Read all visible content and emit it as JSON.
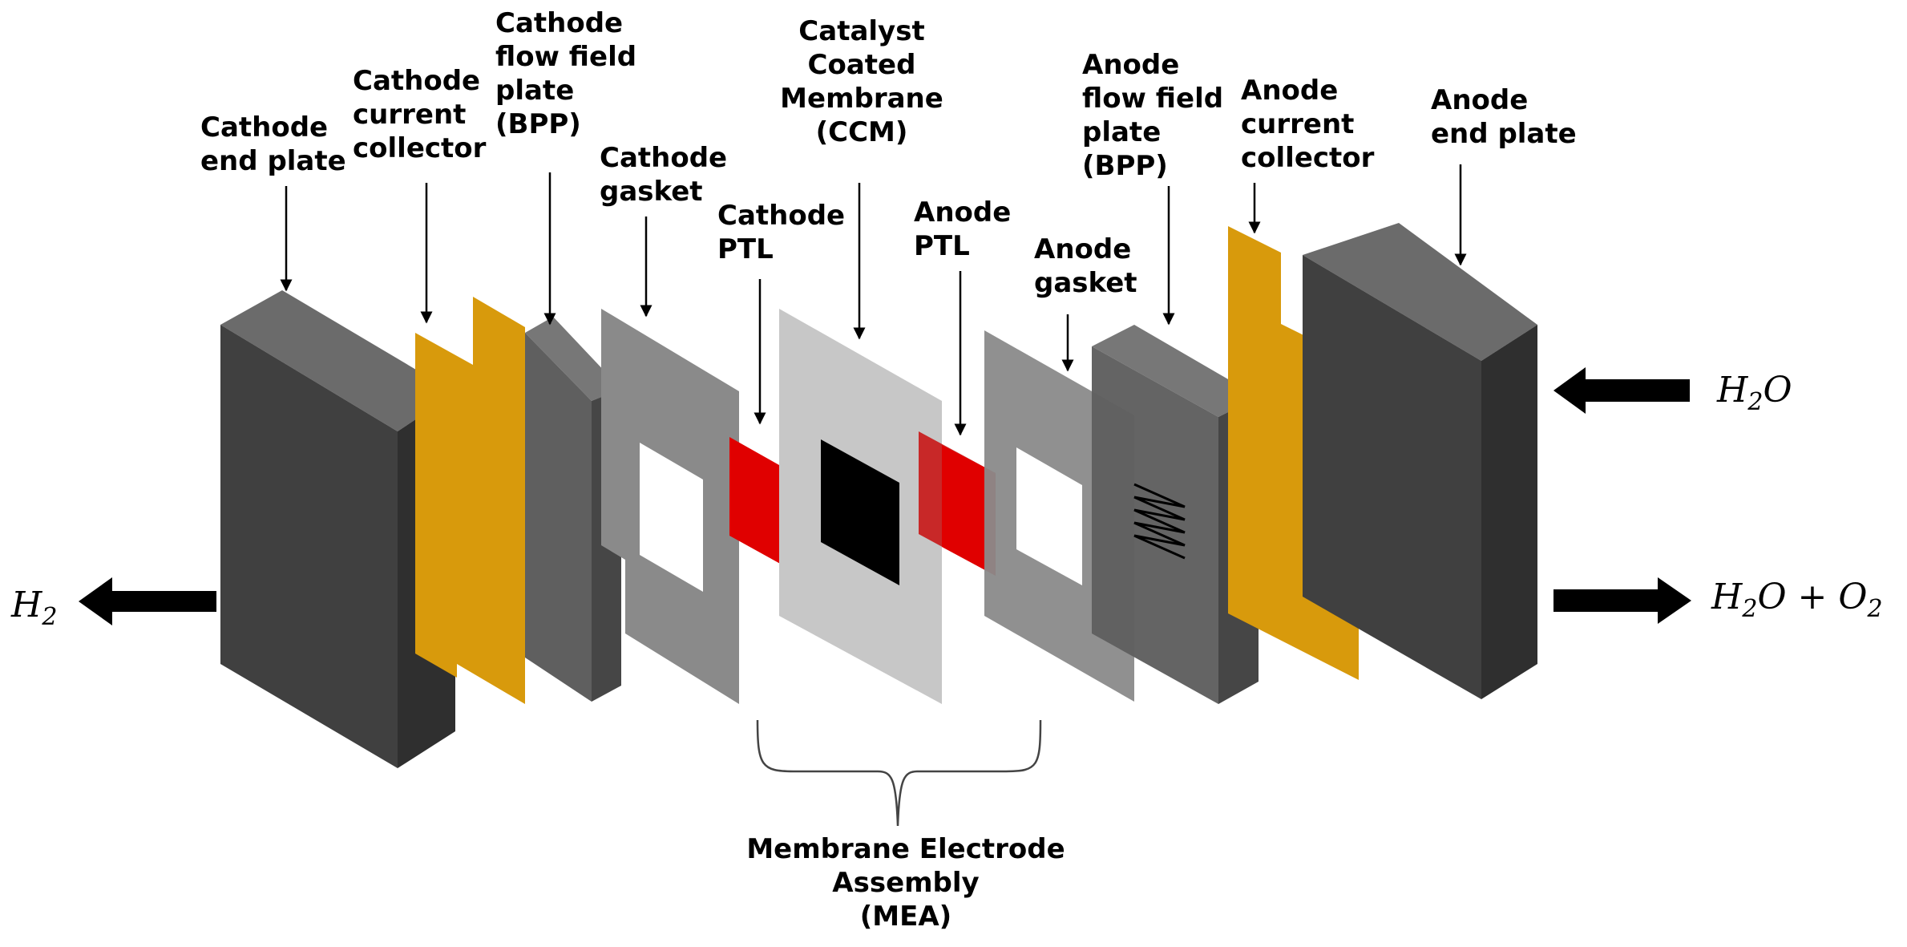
{
  "labels": {
    "cathode_end_plate": [
      "Cathode",
      "end plate"
    ],
    "cathode_current_collector": [
      "Cathode",
      "current",
      "collector"
    ],
    "cathode_flow_field_plate": [
      "Cathode",
      "flow field",
      "plate",
      "(BPP)"
    ],
    "cathode_gasket": [
      "Cathode",
      "gasket"
    ],
    "cathode_ptl": [
      "Cathode",
      "PTL"
    ],
    "ccm": [
      "Catalyst",
      "Coated",
      "Membrane",
      "(CCM)"
    ],
    "anode_ptl": [
      "Anode",
      "PTL"
    ],
    "anode_gasket": [
      "Anode",
      "gasket"
    ],
    "anode_flow_field_plate": [
      "Anode",
      "flow field",
      "plate",
      "(BPP)"
    ],
    "anode_current_collector": [
      "Anode",
      "current",
      "collector"
    ],
    "anode_end_plate": [
      "Anode",
      "end plate"
    ],
    "mea": [
      "Membrane Electrode",
      "Assembly",
      "(MEA)"
    ]
  },
  "flows": {
    "h2_out": {
      "symbol": "H",
      "sub": "2"
    },
    "h2o_in": {
      "symbol": "H",
      "sub": "2",
      "tail": "O"
    },
    "h2o_o2_out": {
      "symbol": "H",
      "sub": "2",
      "tail": "O +",
      "symbol2": "O",
      "sub2": "2"
    }
  },
  "colors": {
    "end_plate_front": "#404040",
    "end_plate_top": "#6b6b6b",
    "end_plate_side": "#2f2f2f",
    "current_collector": "#d89a0c",
    "bpp_front": "#5f5f5f",
    "bpp_top": "#777777",
    "bpp_side": "#464646",
    "gasket": "#8a8a8a",
    "ptl": "#e00000",
    "membrane": "#c7c7c7",
    "catalyst": "#000000"
  }
}
